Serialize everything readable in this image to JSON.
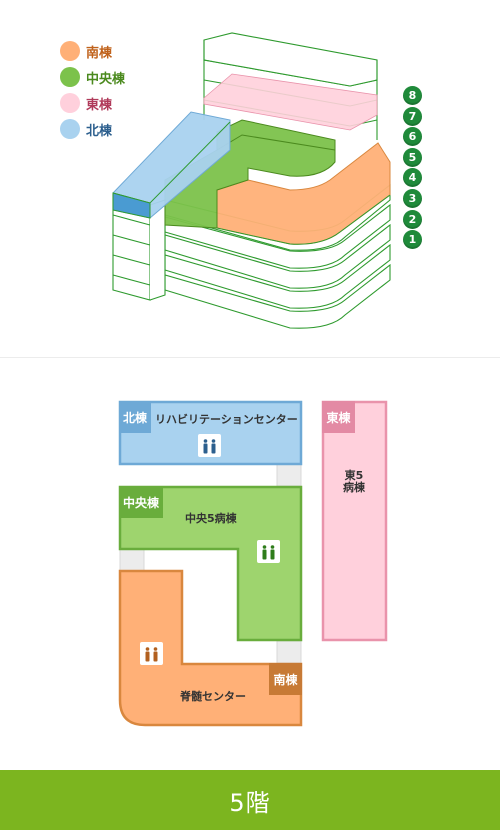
{
  "legend": [
    {
      "name": "南棟",
      "color": "#ffb077",
      "text_color": "#c0621b"
    },
    {
      "name": "中央棟",
      "color": "#7cc24b",
      "text_color": "#4b8a1e"
    },
    {
      "name": "東棟",
      "color": "#ffd0dc",
      "text_color": "#b03a5a"
    },
    {
      "name": "北棟",
      "color": "#a9d2ef",
      "text_color": "#2c5f8e"
    }
  ],
  "floors": [
    "8",
    "7",
    "6",
    "5",
    "4",
    "3",
    "2",
    "1"
  ],
  "plan": {
    "north": {
      "tag": "北棟",
      "room": "リハビリテーションセンター",
      "color": "#a9d2ef",
      "border": "#6ea9d6",
      "tag_color": "#6ea9d6"
    },
    "central": {
      "tag": "中央棟",
      "room": "中央5病棟",
      "color": "#9ed46e",
      "border": "#69ad3c",
      "tag_color": "#69ad3c"
    },
    "south": {
      "tag": "南棟",
      "room": "脊髄センター",
      "color": "#ffb077",
      "border": "#d9873e",
      "tag_color": "#c77a35"
    },
    "east": {
      "tag": "東棟",
      "room": "東5病棟",
      "color": "#ffd0dc",
      "border": "#e993ab",
      "tag_color": "#e38aa4"
    }
  },
  "icons": [
    "restroom-icon",
    "restroom-icon",
    "restroom-icon"
  ],
  "footer": {
    "floor_label": "5階"
  }
}
